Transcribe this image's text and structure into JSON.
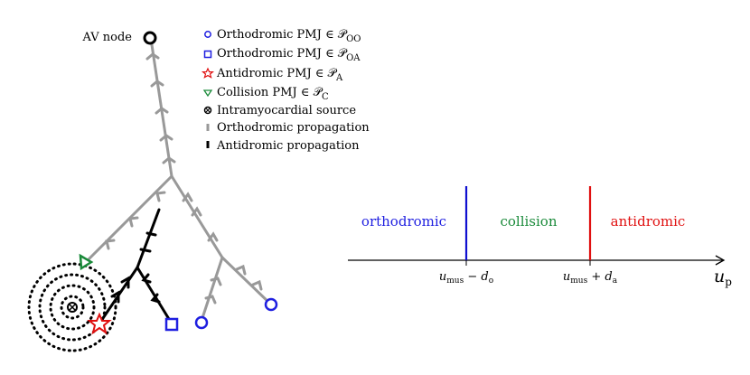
{
  "tree": {
    "root_label": "AV node"
  },
  "legend": {
    "items": [
      {
        "symbol": "circle-blue",
        "color": "#1f1fe0",
        "text_main": "Orthodromic PMJ ∈ 𝒫",
        "text_sub": "OO"
      },
      {
        "symbol": "square-blue",
        "color": "#1f1fe0",
        "text_main": "Orthodromic PMJ ∈ 𝒫",
        "text_sub": "OA"
      },
      {
        "symbol": "star-red",
        "color": "#e01010",
        "text_main": "Antidromic PMJ ∈ 𝒫",
        "text_sub": "A"
      },
      {
        "symbol": "triangle-green",
        "color": "#1a8a3a",
        "text_main": "Collision PMJ ∈ 𝒫",
        "text_sub": "C"
      },
      {
        "symbol": "source-icon",
        "color": "#000000",
        "text_main": "Intramyocardial source",
        "text_sub": ""
      },
      {
        "symbol": "gray-bar",
        "color": "#999999",
        "text_main": "Orthodromic propagation",
        "text_sub": ""
      },
      {
        "symbol": "black-bar",
        "color": "#000000",
        "text_main": "Antidromic propagation",
        "text_sub": ""
      }
    ]
  },
  "axis": {
    "regions": [
      {
        "label": "orthodromic",
        "color": "#1f1fe0"
      },
      {
        "label": "collision",
        "color": "#1a8a3a"
      },
      {
        "label": "antidromic",
        "color": "#e01010"
      }
    ],
    "tick1": {
      "main": "u",
      "sub": "mus",
      "op": " − ",
      "var": "d",
      "vsub": "o"
    },
    "tick2": {
      "main": "u",
      "sub": "mus",
      "op": " + ",
      "var": "d",
      "vsub": "a"
    },
    "axis_label": {
      "main": "u",
      "sub": "p"
    },
    "colors": {
      "blue_line": "#1010d0",
      "red_line": "#e01010",
      "axis": "#000000"
    }
  },
  "colors": {
    "ortho": "#999999",
    "anti": "#000000"
  }
}
